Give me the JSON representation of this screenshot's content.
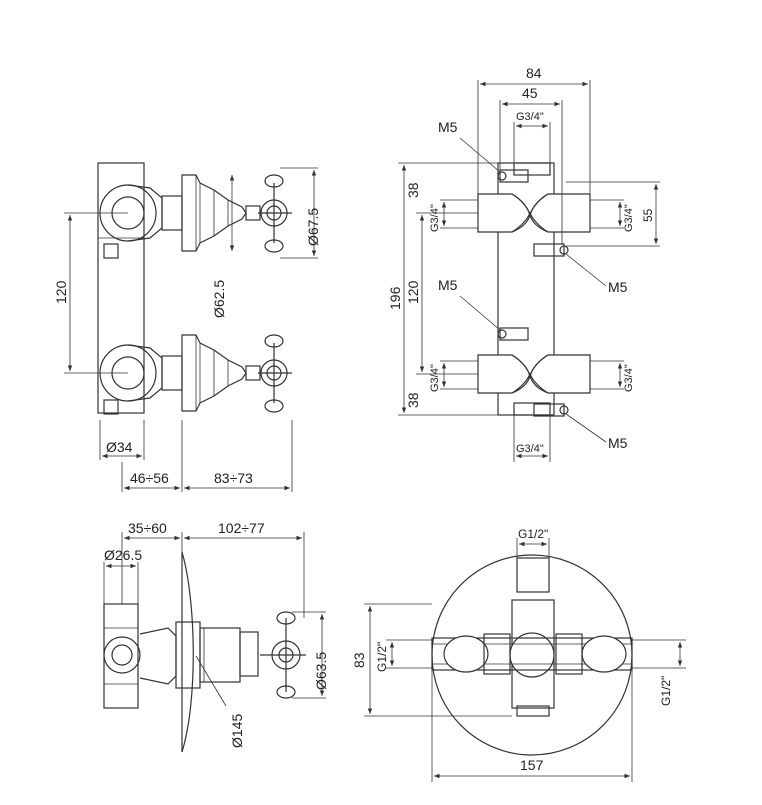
{
  "views": {
    "front": {
      "labels": {
        "height_120": "120",
        "dia_34": "Ø34",
        "depth_46_56": "46÷56",
        "depth_83_73": "83÷73",
        "dia_62_5": "Ø62.5",
        "dia_67_5": "Ø67.5"
      }
    },
    "back": {
      "labels": {
        "width_84": "84",
        "width_45": "45",
        "thread_top": "G3/4\"",
        "m5_top_left": "M5",
        "m5_top_right": "M5",
        "m5_mid_left": "M5",
        "m5_bottom_right": "M5",
        "height_196": "196",
        "height_120": "120",
        "height_38_top": "38",
        "height_38_bottom": "38",
        "thread_left_top": "G3/4\"",
        "thread_right_top": "G3/4\"",
        "thread_left_bottom": "G3/4\"",
        "thread_right_bottom": "G3/4\"",
        "height_55": "55",
        "thread_bottom": "G3/4\""
      }
    },
    "side": {
      "labels": {
        "depth_35_60": "35÷60",
        "depth_102_77": "102÷77",
        "dia_26_5": "Ø26.5",
        "dia_63_5": "Ø63.5",
        "dia_145": "Ø145"
      }
    },
    "plate": {
      "labels": {
        "thread_top": "G1/2\"",
        "thread_left": "G1/2\"",
        "thread_right": "G1/2\"",
        "height_83": "83",
        "width_157": "157"
      }
    }
  }
}
